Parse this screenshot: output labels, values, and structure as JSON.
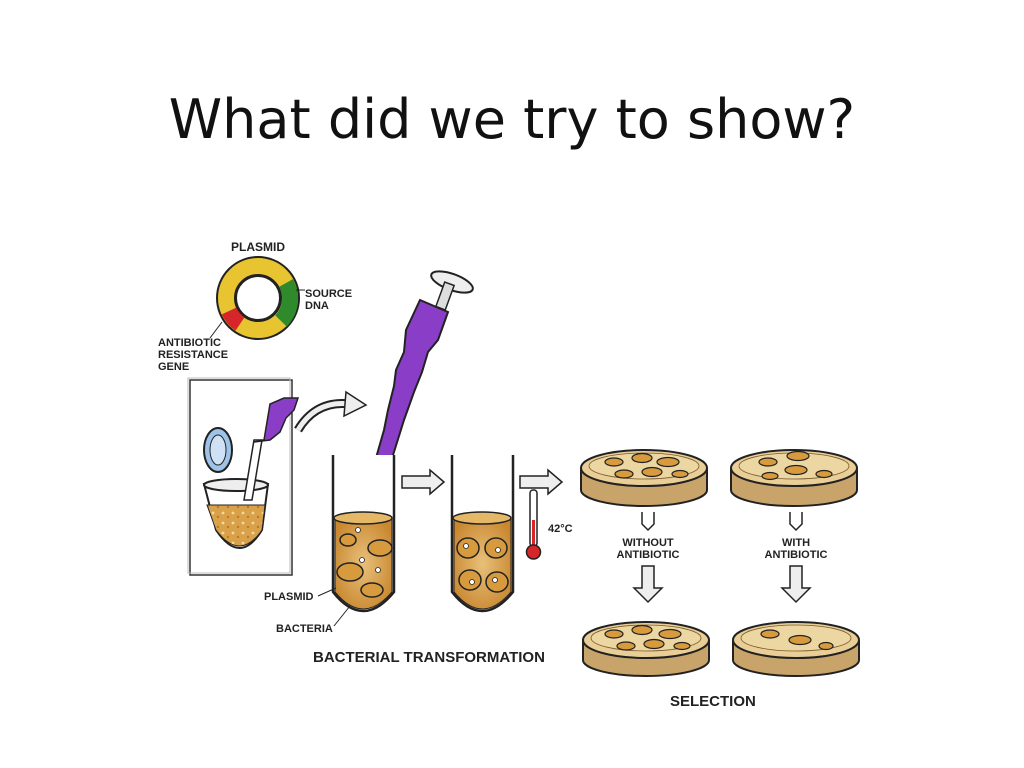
{
  "slide": {
    "title": "What did we try to show?"
  },
  "labels": {
    "plasmid_top": "PLASMID",
    "source_dna_line1": "SOURCE",
    "source_dna_line2": "DNA",
    "antibiotic_line1": "ANTIBIOTIC",
    "antibiotic_line2": "RESISTANCE",
    "antibiotic_line3": "GENE",
    "temperature": "42°C",
    "without_line1": "WITHOUT",
    "without_line2": "ANTIBIOTIC",
    "with_line1": "WITH",
    "with_line2": "ANTIBIOTIC",
    "plasmid_tube": "PLASMID",
    "bacteria": "BACTERIA",
    "bacterial_transformation": "BACTERIAL TRANSFORMATION",
    "selection": "SELECTION"
  },
  "colors": {
    "ring_yellow": "#e8c430",
    "ring_green": "#2f8a2c",
    "ring_red": "#d7262a",
    "pipette_purple": "#8a3ec8",
    "culture_amber": "#d9a24a",
    "agar": "#e9cf97",
    "outline": "#222222"
  }
}
